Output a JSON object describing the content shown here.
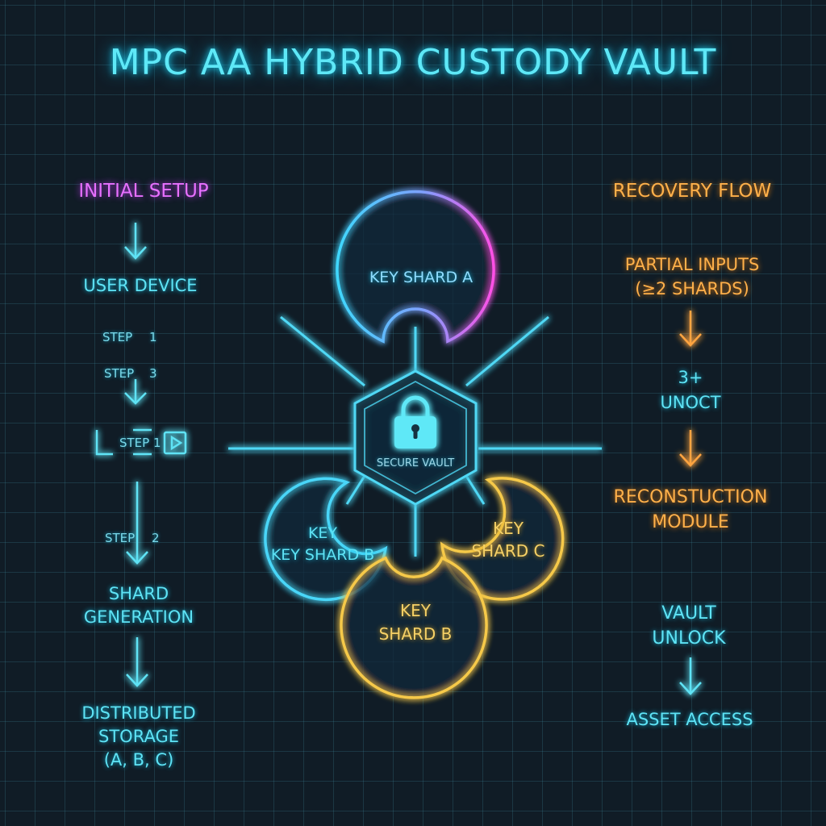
{
  "title": "MPC AA HYBRID CUSTODY VAULT",
  "left_flow": {
    "heading": "INITIAL SETUP",
    "user_device": "USER DEVICE",
    "step_a": "STEP 1",
    "step_b": "STEP 3",
    "step_box": "STEP 1",
    "step_c": "STEP 2",
    "shard_generation": "SHARD\nGENERATION",
    "distributed_storage": "DISTRIBUTED\nSTORAGE\n(A, B, C)"
  },
  "right_flow": {
    "heading": "RECOVERY FLOW",
    "partial_inputs": "PARTIAL INPUTS\n(≥2 SHARDS)",
    "unoct": "3+\nUNOCT",
    "reconstruction": "RECONSTUCTION\nMODULE",
    "vault_unlock": "VAULT\nUNLOCK",
    "asset_access": "ASSET ACCESS"
  },
  "center": {
    "shard_a": "KEY SHARD A",
    "vault": "SECURE VAULT",
    "shard_b_left": "KEY\nKEY SHARD B",
    "shard_b_bottom": "KEY\nSHARD B",
    "shard_c": "KEY\nSHARD C"
  },
  "colors": {
    "cyan": "#5ee3f5",
    "pink": "#e770ff",
    "orange": "#ffb04a",
    "yellow": "#f7d154",
    "background": "#101c26"
  },
  "icons": [
    "lock-icon",
    "play-icon",
    "arrow-down-icon"
  ]
}
